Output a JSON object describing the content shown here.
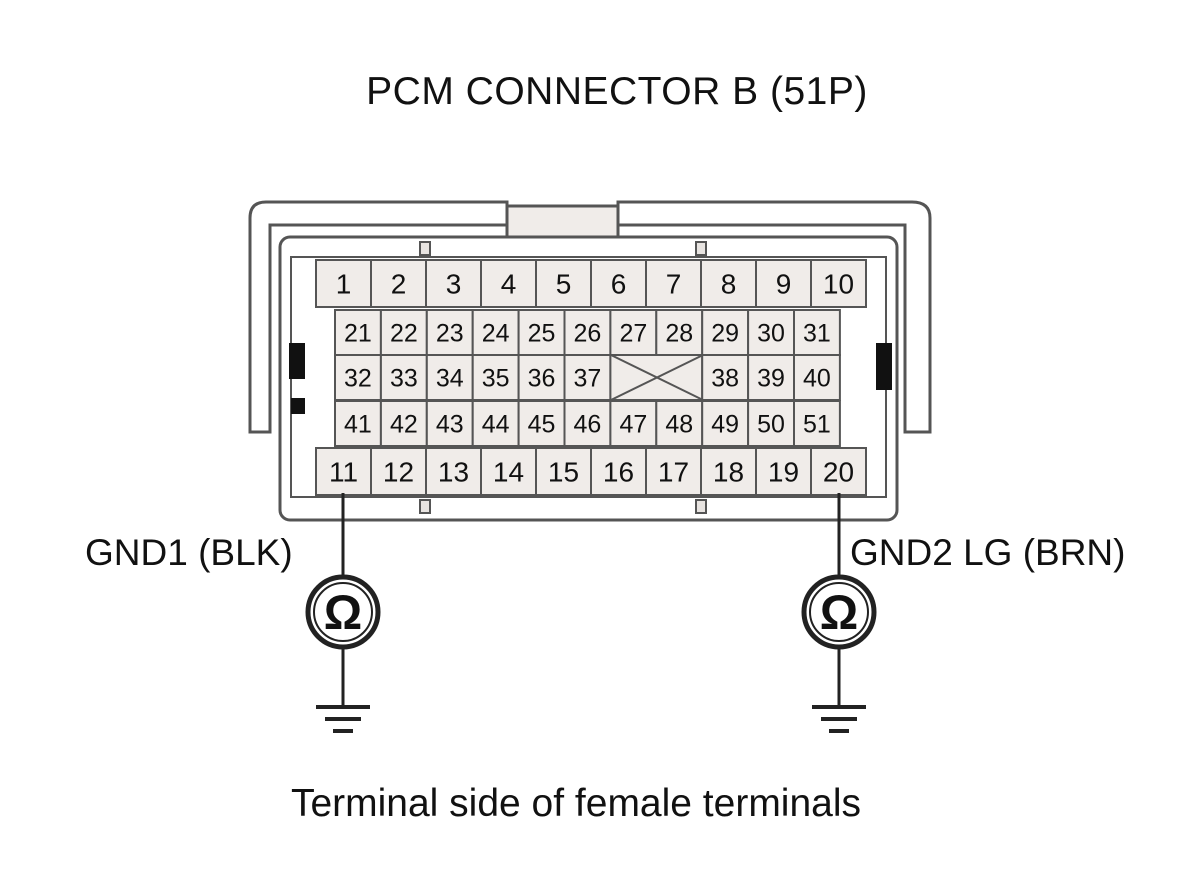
{
  "diagram": {
    "title": "PCM CONNECTOR B (51P)",
    "caption": "Terminal side of female terminals",
    "connector": {
      "row_top": [
        "1",
        "2",
        "3",
        "4",
        "5",
        "6",
        "7",
        "8",
        "9",
        "10"
      ],
      "row_2": [
        "21",
        "22",
        "23",
        "24",
        "25",
        "26",
        "27",
        "28",
        "29",
        "30",
        "31"
      ],
      "row_3_left": [
        "32",
        "33",
        "34",
        "35",
        "36",
        "37"
      ],
      "row_3_right": [
        "38",
        "39",
        "40"
      ],
      "row_4": [
        "41",
        "42",
        "43",
        "44",
        "45",
        "46",
        "47",
        "48",
        "49",
        "50",
        "51"
      ],
      "row_bottom": [
        "11",
        "12",
        "13",
        "14",
        "15",
        "16",
        "17",
        "18",
        "19",
        "20"
      ]
    },
    "probes": [
      {
        "label": "GND1 (BLK)",
        "terminal": "11",
        "symbol": "Ω"
      },
      {
        "label": "GND2 LG (BRN)",
        "terminal": "20",
        "symbol": "Ω"
      }
    ]
  },
  "colors": {
    "body": "#ffffff",
    "cell": "#f0ece9",
    "line": "#555555",
    "ink": "#111111"
  }
}
